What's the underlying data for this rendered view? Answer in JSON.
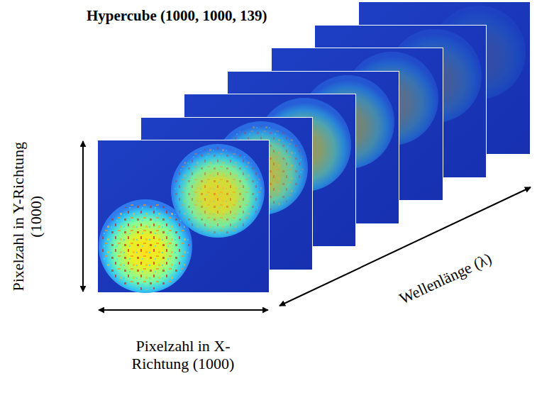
{
  "diagram": {
    "title": "Hypercube (1000, 1000, 139)",
    "labels": [
      "Pixelzahl in Y-Richtung (1000)",
      "Wellenlänge (λ)",
      "Pixelzahl in X- Richtung (1000)"
    ]
  }
}
